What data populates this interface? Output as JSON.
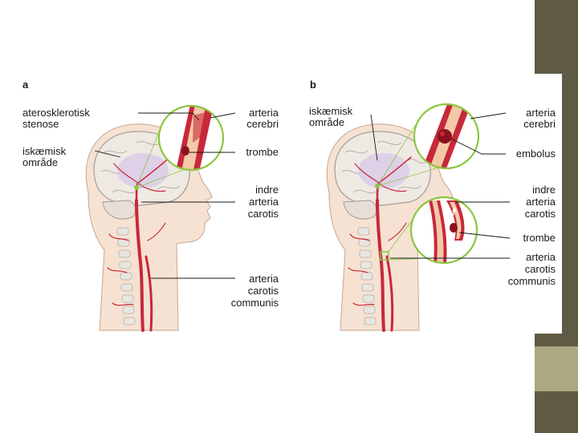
{
  "slide": {
    "accent_dark": "#5e5a44",
    "accent_light": "#aaa982"
  },
  "panel_a": {
    "letter": "a",
    "labels": {
      "stenosis_1": "aterosklerotisk",
      "stenosis_2": "stenose",
      "ischemic_1": "iskæmisk",
      "ischemic_2": "område",
      "cerebri_1": "arteria",
      "cerebri_2": "cerebri",
      "thrombus": "trombe",
      "internal_1": "indre",
      "internal_2": "arteria",
      "internal_3": "carotis",
      "common_1": "arteria",
      "common_2": "carotis",
      "common_3": "communis"
    }
  },
  "panel_b": {
    "letter": "b",
    "labels": {
      "ischemic_1": "iskæmisk",
      "ischemic_2": "område",
      "cerebri_1": "arteria",
      "cerebri_2": "cerebri",
      "embolus": "embolus",
      "internal_1": "indre",
      "internal_2": "arteria",
      "internal_3": "carotis",
      "thrombus": "trombe",
      "common_1": "arteria",
      "common_2": "carotis",
      "common_3": "communis"
    }
  },
  "colors": {
    "skin": "#f6e2d2",
    "brain": "#efe9e4",
    "ischemic": "#d9cbe8",
    "artery": "#c8283a",
    "lumen": "#f3c9a8",
    "zoom": "#8cc63f"
  }
}
